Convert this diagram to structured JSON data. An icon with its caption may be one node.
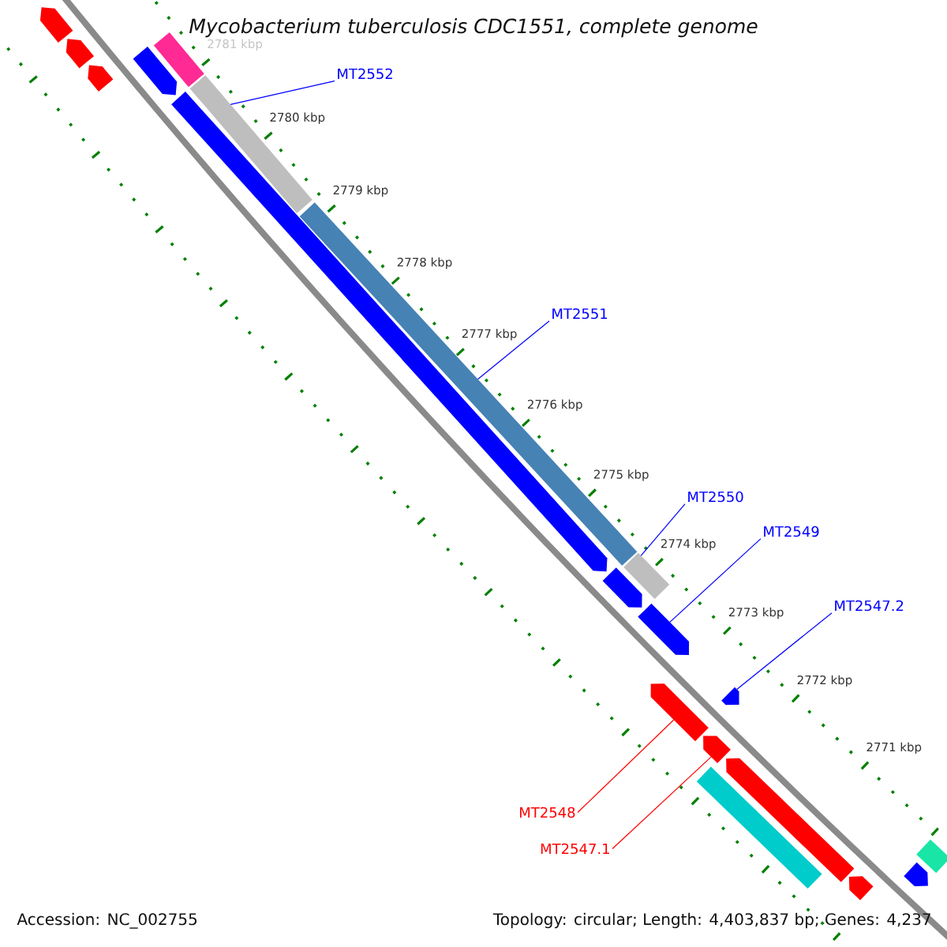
{
  "diagram": {
    "title": "Mycobacterium tuberculosis CDC1551, complete genome",
    "nodes": [
      {
        "text": [],
        "shape": "pentagon"
      },
      {
        "text": [],
        "shape": "bar"
      },
      {
        "text": [],
        "shape": "pentagon"
      },
      {
        "text": [],
        "shape": "pentagon"
      },
      {
        "text": [
          "MT2552"
        ]
      },
      {
        "text": [],
        "shape": "pentagon"
      },
      {
        "text": [],
        "shape": "bar"
      },
      {
        "text": [],
        "shape": "pentagon"
      },
      {
        "text": [],
        "shape": "bar"
      },
      {
        "text": [
          "MT2551"
        ]
      },
      {
        "text": [
          "MT2550"
        ]
      },
      {
        "text": [
          "MT2549"
        ]
      },
      {
        "text": [],
        "shape": "bar"
      },
      {
        "text": [],
        "shape": "pentagon"
      },
      {
        "text": [
          "MT2547.2"
        ]
      },
      {
        "text": [],
        "shape": "pentagon"
      },
      {
        "text": [],
        "shape": "pentagon"
      },
      {
        "text": [],
        "shape": "pentagon"
      },
      {
        "text": [],
        "shape": "pentagon"
      },
      {
        "text": [],
        "shape": "pentagon"
      },
      {
        "text": [],
        "shape": "bar"
      },
      {
        "text": [
          "MT2548"
        ]
      },
      {
        "text": [
          "MT2547.1"
        ]
      },
      {
        "text": [],
        "shape": "bar"
      },
      {
        "text": [],
        "shape": "pentagon"
      },
      {
        "text": [],
        "shape": "pentagon"
      }
    ],
    "edges": [
      {
        "from": 4,
        "to": 6,
        "arrow": "none"
      },
      {
        "from": 9,
        "to": 8,
        "arrow": "none"
      },
      {
        "from": 10,
        "to": 12,
        "arrow": "none"
      },
      {
        "from": 11,
        "to": 15,
        "arrow": "none"
      },
      {
        "from": 14,
        "to": 17,
        "arrow": "none"
      },
      {
        "from": 21,
        "to": 16,
        "arrow": "none",
        "color": "#ff0000"
      },
      {
        "from": 22,
        "to": 18,
        "arrow": "none",
        "color": "#ff0000"
      }
    ],
    "labels": [
      "2781 kbp",
      "2780 kbp",
      "2779 kbp",
      "2778 kbp",
      "2777 kbp",
      "2776 kbp",
      "2775 kbp",
      "2774 kbp",
      "2773 kbp",
      "2772 kbp",
      "2771 kbp",
      "Accession: NC_002755",
      "Topology: circular; Length: 4,403,837 bp; Genes: 4,237"
    ]
  }
}
